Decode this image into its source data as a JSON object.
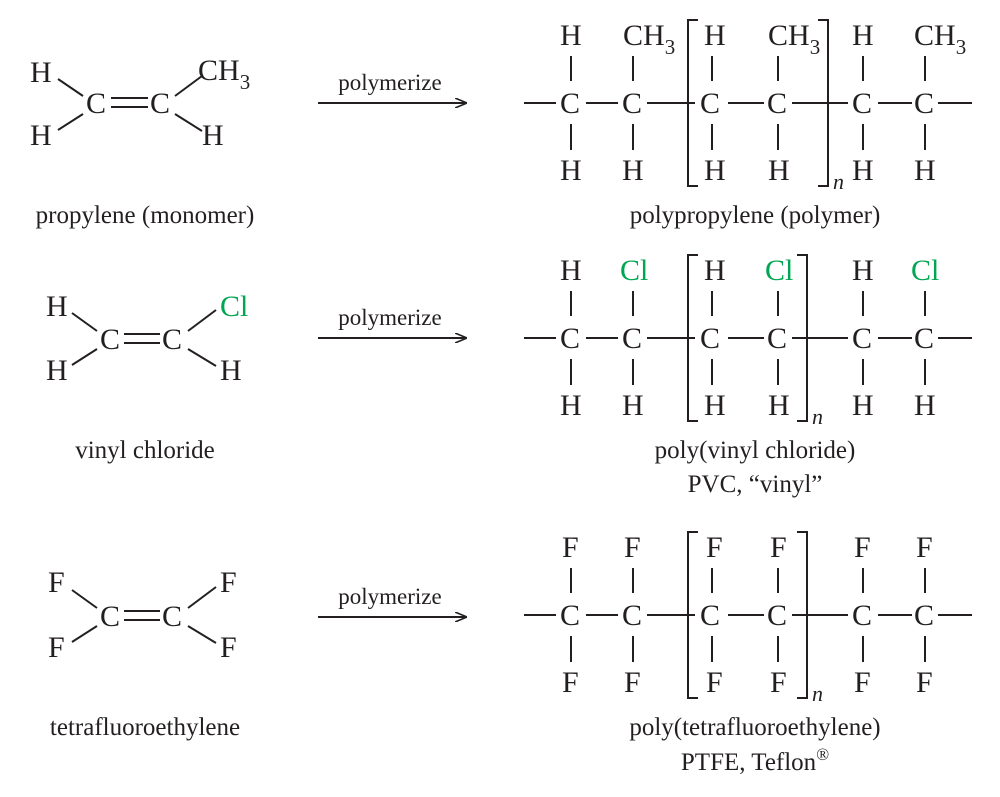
{
  "atoms": {
    "H": "H",
    "C": "C",
    "F": "F",
    "Cl": "Cl",
    "CH": "CH",
    "three": "3"
  },
  "colors": {
    "ink": "#231f20",
    "chlorine": "#00a651"
  },
  "repeat_symbol": "n",
  "arrow_label": "polymerize",
  "rows": [
    {
      "monomer_name": "propylene (monomer)",
      "polymer_name": "polypropylene (polymer)",
      "polymer_alias": ""
    },
    {
      "monomer_name": "vinyl chloride",
      "polymer_name": "poly(vinyl chloride)",
      "polymer_alias": "PVC, “vinyl”"
    },
    {
      "monomer_name": "tetrafluoroethylene",
      "polymer_name": "poly(tetrafluoroethylene)",
      "polymer_alias": "PTFE, Teflon",
      "alias_mark": "®"
    }
  ]
}
